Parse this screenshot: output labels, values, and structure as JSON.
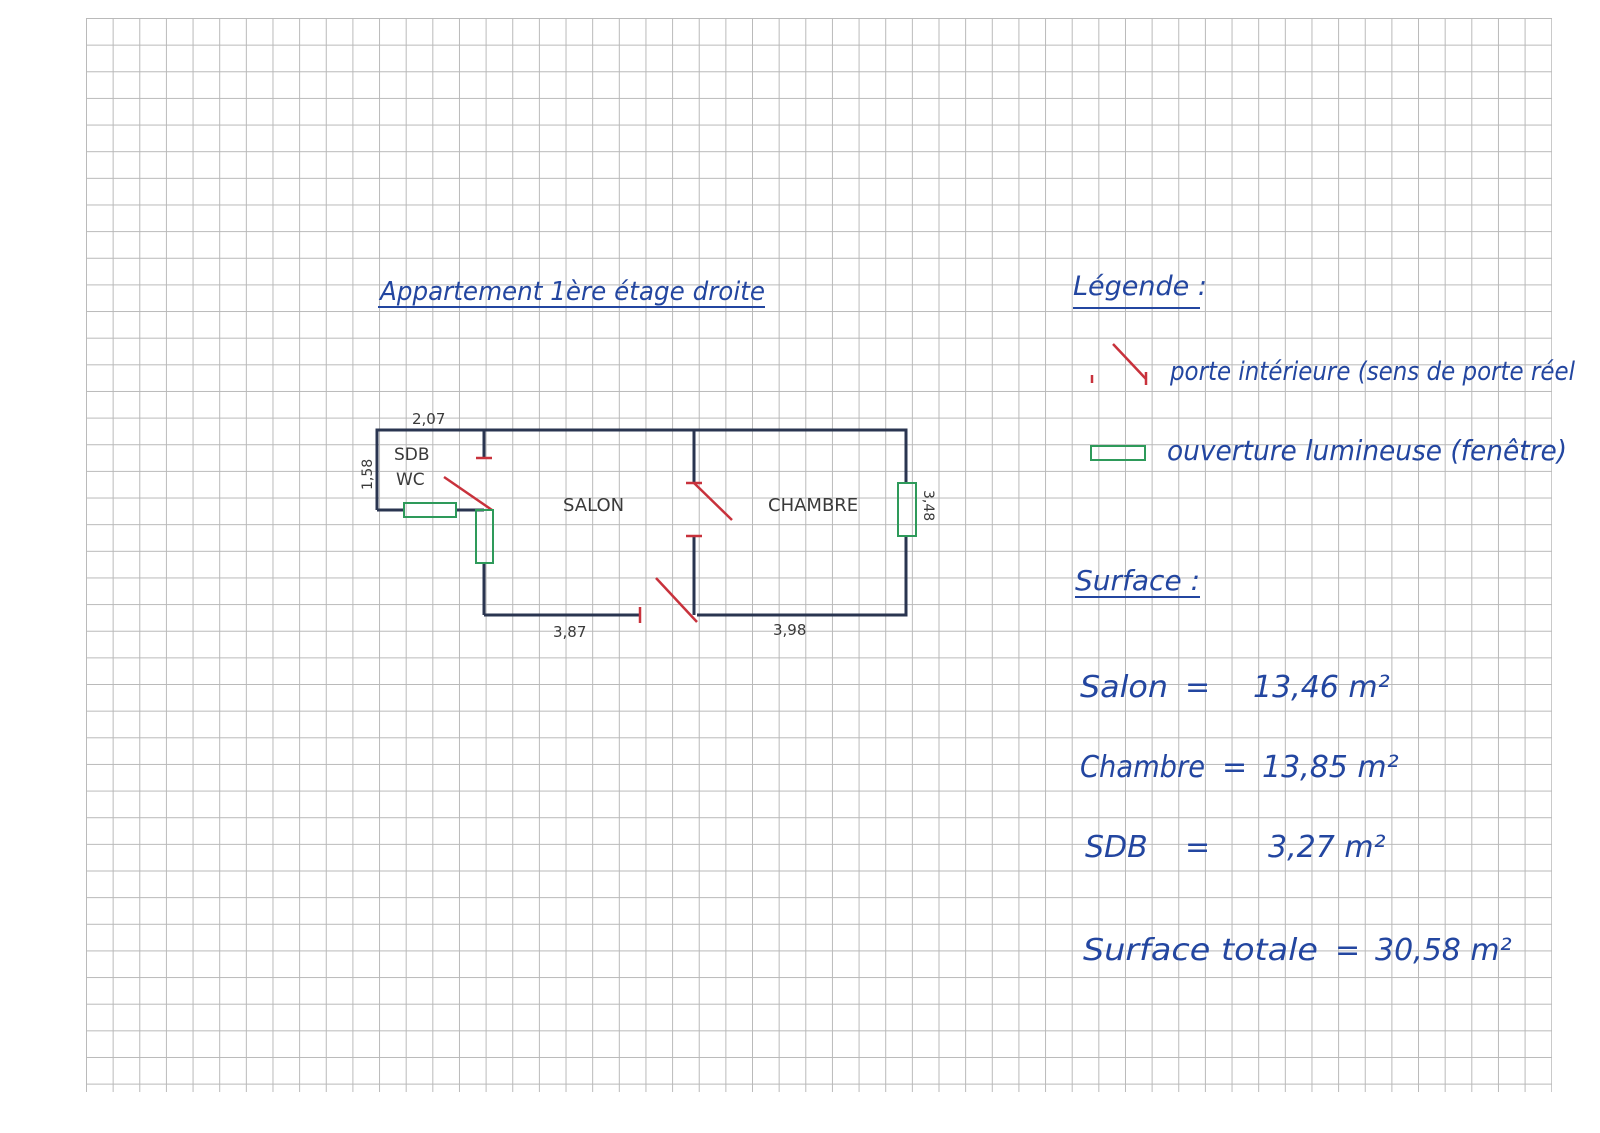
{
  "title": "Appartement 1ère étage droite",
  "plan": {
    "rooms": {
      "sdb": "SDB",
      "wc": "WC",
      "salon": "SALON",
      "chambre": "CHAMBRE"
    },
    "dimensions": {
      "sdb_width": "2,07",
      "sdb_height": "1,58",
      "salon_width": "3,87",
      "chambre_width": "3,98",
      "chambre_height": "3,48"
    }
  },
  "legend": {
    "title": "Légende :",
    "items": [
      {
        "symbol": "door-icon",
        "label": "porte intérieure (sens de porte réel"
      },
      {
        "symbol": "window-icon",
        "label": "ouverture lumineuse (fenêtre)"
      }
    ]
  },
  "surface": {
    "title": "Surface :",
    "rows": [
      {
        "label": "Salon",
        "eq": "=",
        "value": "13,46 m²"
      },
      {
        "label": "Chambre",
        "eq": "=",
        "value": "13,85 m²"
      },
      {
        "label": "SDB",
        "eq": "=",
        "value": "3,27 m²"
      },
      {
        "label": "Surface totale",
        "eq": "=",
        "value": "30,58 m²"
      }
    ]
  },
  "colors": {
    "ink_blue": "#2346a0",
    "wall": "#2a3550",
    "door": "#c8323c",
    "window": "#2e9a5a"
  }
}
